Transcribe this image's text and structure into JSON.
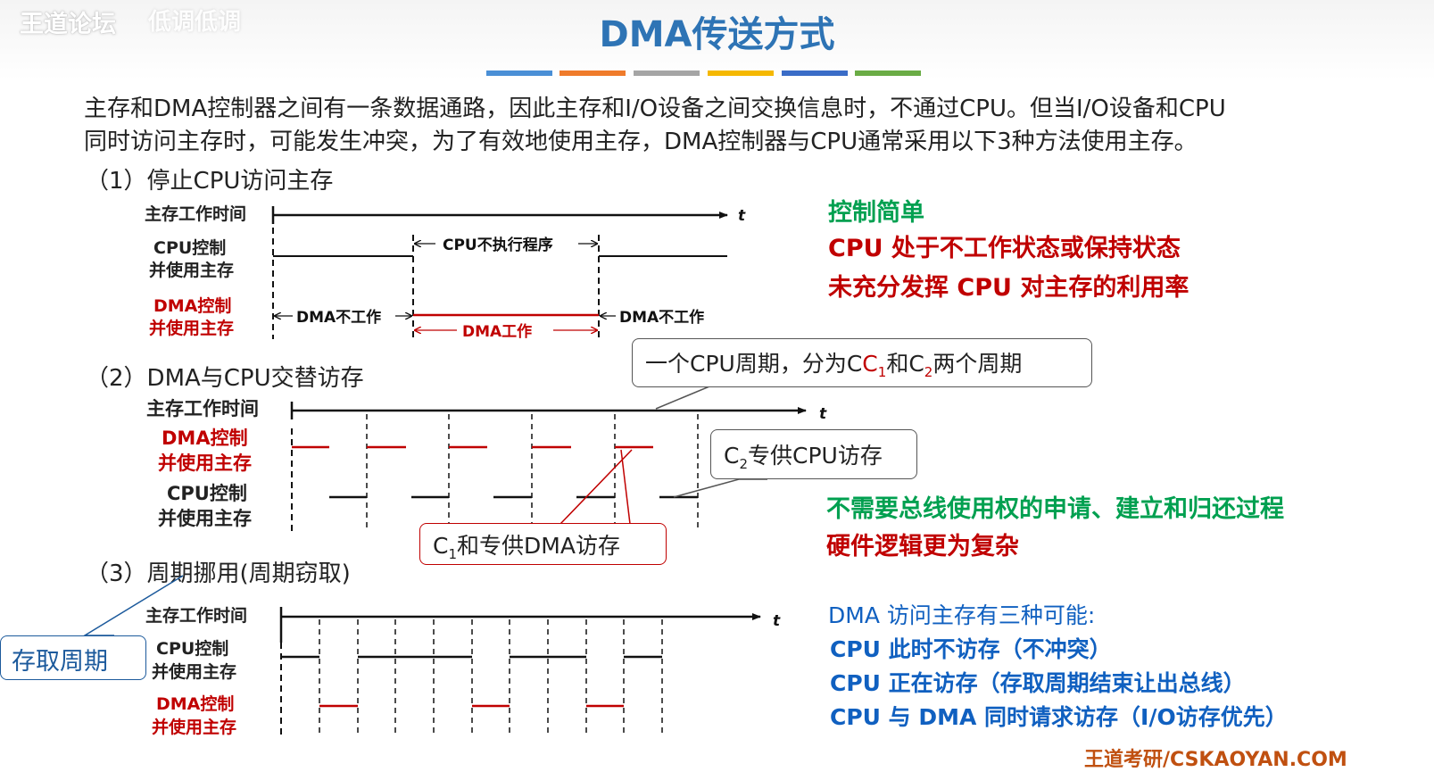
{
  "header": {
    "logo": "王道论坛",
    "logo_faded": "低调低调",
    "title": "DMA传送方式",
    "bar_colors": [
      "#4a8fd6",
      "#ef7b2b",
      "#a5a5a5",
      "#f5b800",
      "#3a6cc7",
      "#6aac45"
    ]
  },
  "intro": {
    "line1": "主存和DMA控制器之间有一条数据通路，因此主存和I/O设备之间交换信息时，不通过CPU。但当I/O设备和CPU",
    "line2": "同时访问主存时，可能发生冲突，为了有效地使用主存，DMA控制器与CPU通常采用以下3种方法使用主存。"
  },
  "section1": {
    "heading": "（1）停止CPU访问主存",
    "label_memory": "主存工作时间",
    "label_cpu_1": "CPU控制",
    "label_cpu_2": "并使用主存",
    "label_dma_1": "DMA控制",
    "label_dma_2": "并使用主存",
    "axis_t": "t",
    "cpu_idle": "CPU不执行程序",
    "dma_idle_left": "DMA不工作",
    "dma_work": "DMA工作",
    "dma_idle_right": "DMA不工作",
    "notes": [
      "控制简单",
      "CPU 处于不工作状态或保持状态",
      "未充分发挥 CPU 对主存的利用率"
    ]
  },
  "section2": {
    "heading": "（2）DMA与CPU交替访存",
    "label_memory": "主存工作时间",
    "label_dma_1": "DMA控制",
    "label_dma_2": "并使用主存",
    "label_cpu_1": "CPU控制",
    "label_cpu_2": "并使用主存",
    "axis_t": "t",
    "callout_cycle": {
      "pre": "一个CPU周期，分为C",
      "sub1": "1",
      "mid": "和C",
      "sub2": "2",
      "post": "两个周期"
    },
    "callout_c2": {
      "pre": "C",
      "sub": "2",
      "post": "专供CPU访存"
    },
    "callout_c1": {
      "pre": "C",
      "sub": "1",
      "post": "和专供DMA访存"
    },
    "notes": [
      "不需要总线使用权的申请、建立和归还过程",
      "硬件逻辑更为复杂"
    ]
  },
  "section3": {
    "heading": "（3）周期挪用(周期窃取)",
    "label_memory": "主存工作时间",
    "label_cpu_1": "CPU控制",
    "label_cpu_2": "并使用主存",
    "label_dma_1": "DMA控制",
    "label_dma_2": "并使用主存",
    "axis_t": "t",
    "callout_access": "存取周期",
    "notes_title": "DMA 访问主存有三种可能:",
    "notes": [
      "CPU 此时不访存（不冲突）",
      "CPU 正在访存（存取周期结束让出总线）",
      "CPU 与 DMA 同时请求访存（I/O访存优先）"
    ]
  },
  "footer": "王道考研/CSKAOYAN.COM"
}
